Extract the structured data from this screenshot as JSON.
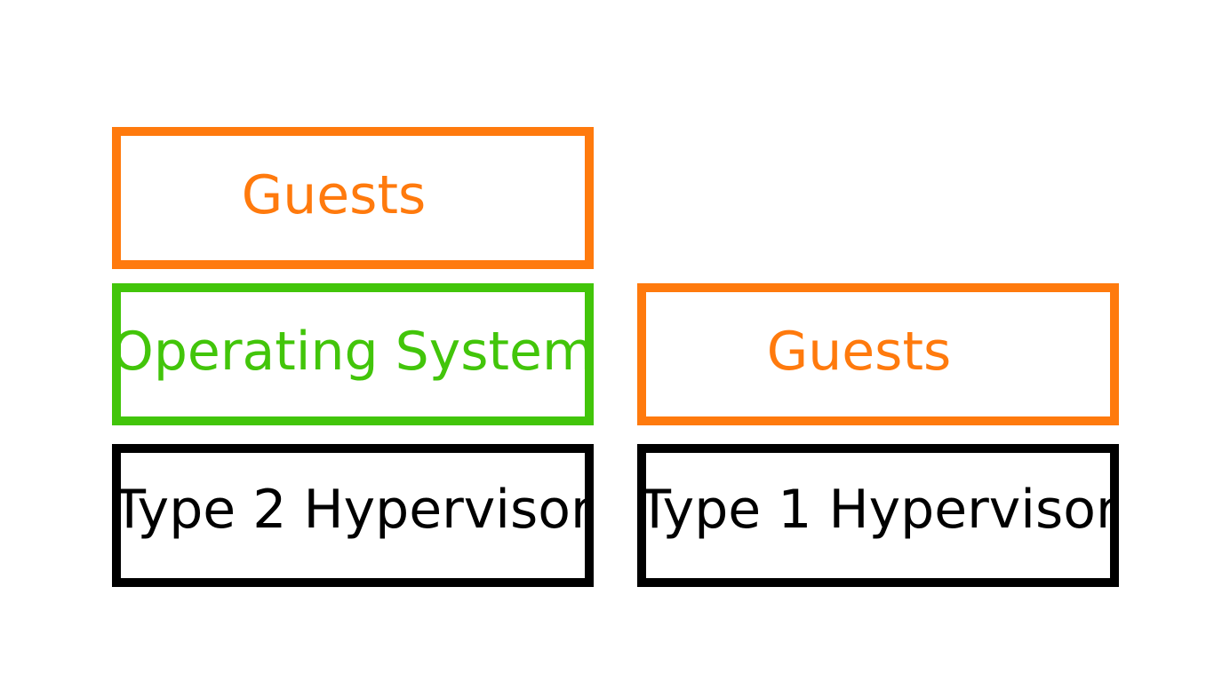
{
  "colors": {
    "guests": "#ff7a0d",
    "operating_system": "#42c50a",
    "hypervisor": "#000000",
    "background": "#ffffff"
  },
  "type2_stack": {
    "guests_label": "Guests",
    "os_label": "Operating System",
    "hypervisor_label": "Type 2 Hypervisor"
  },
  "type1_stack": {
    "guests_label": "Guests",
    "hypervisor_label": "Type 1 Hypervisor"
  }
}
